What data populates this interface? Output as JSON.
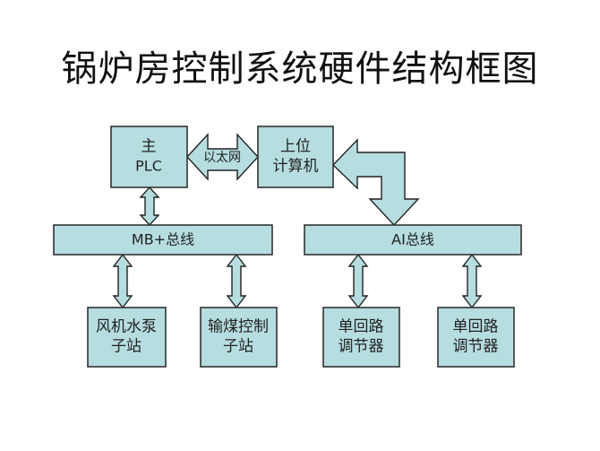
{
  "title": "锅炉房控制系统硬件结构框图",
  "colors": {
    "box_fill": "#b6dde0",
    "border": "#333333",
    "text": "#222222"
  },
  "nodes": {
    "main_plc": {
      "line1": "主",
      "line2": "PLC"
    },
    "upper_computer": {
      "line1": "上位",
      "line2": "计算机"
    },
    "mb_bus": {
      "label": "MB+总线"
    },
    "ai_bus": {
      "label": "AI总线"
    },
    "fan_pump_station": {
      "line1": "风机水泵",
      "line2": "子站"
    },
    "coal_feed_station": {
      "line1": "输煤控制",
      "line2": "子站"
    },
    "regulator_1": {
      "line1": "单回路",
      "line2": "调节器"
    },
    "regulator_2": {
      "line1": "单回路",
      "line2": "调节器"
    }
  },
  "connections": {
    "ethernet": {
      "label": "以太网",
      "from": "main_plc",
      "to": "upper_computer",
      "type": "bidirectional"
    },
    "plc_to_mb": {
      "from": "main_plc",
      "to": "mb_bus",
      "type": "bidirectional"
    },
    "computer_to_ai": {
      "from": "upper_computer",
      "to": "ai_bus",
      "type": "bidirectional-bent"
    },
    "mb_to_fan": {
      "from": "mb_bus",
      "to": "fan_pump_station",
      "type": "bidirectional"
    },
    "mb_to_coal": {
      "from": "mb_bus",
      "to": "coal_feed_station",
      "type": "bidirectional"
    },
    "ai_to_reg1": {
      "from": "ai_bus",
      "to": "regulator_1",
      "type": "bidirectional"
    },
    "ai_to_reg2": {
      "from": "ai_bus",
      "to": "regulator_2",
      "type": "bidirectional"
    }
  }
}
